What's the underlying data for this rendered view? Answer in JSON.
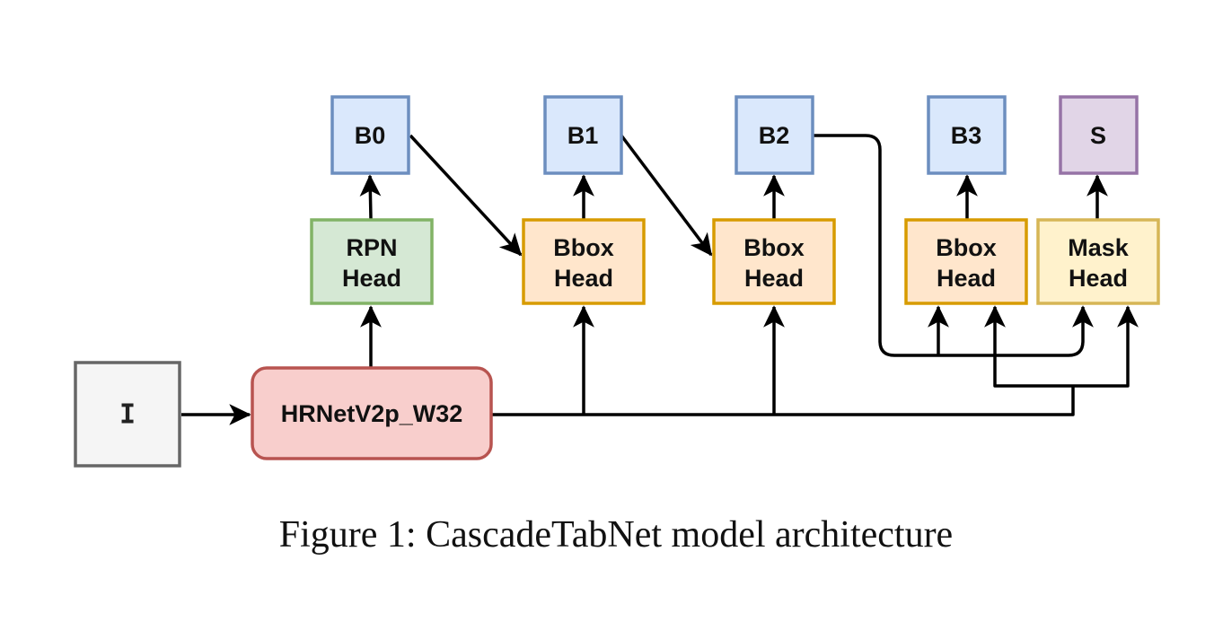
{
  "nodes": {
    "input": {
      "label": "I",
      "fill": "#f5f5f5",
      "stroke": "#666666"
    },
    "backbone": {
      "label": "HRNetV2p_W32",
      "fill": "#f8cecc",
      "stroke": "#b85450"
    },
    "rpn_head": {
      "line1": "RPN",
      "line2": "Head",
      "fill": "#d5e8d4",
      "stroke": "#82b366"
    },
    "bbox_head_1": {
      "line1": "Bbox",
      "line2": "Head",
      "fill": "#ffe6cc",
      "stroke": "#d79b00"
    },
    "bbox_head_2": {
      "line1": "Bbox",
      "line2": "Head",
      "fill": "#ffe6cc",
      "stroke": "#d79b00"
    },
    "bbox_head_3": {
      "line1": "Bbox",
      "line2": "Head",
      "fill": "#ffe6cc",
      "stroke": "#d79b00"
    },
    "mask_head": {
      "line1": "Mask",
      "line2": "Head",
      "fill": "#fff2cc",
      "stroke": "#d6b656"
    },
    "b0": {
      "label": "B0",
      "fill": "#dae8fc",
      "stroke": "#6c8ebf"
    },
    "b1": {
      "label": "B1",
      "fill": "#dae8fc",
      "stroke": "#6c8ebf"
    },
    "b2": {
      "label": "B2",
      "fill": "#dae8fc",
      "stroke": "#6c8ebf"
    },
    "b3": {
      "label": "B3",
      "fill": "#dae8fc",
      "stroke": "#6c8ebf"
    },
    "s": {
      "label": "S",
      "fill": "#e1d5e7",
      "stroke": "#9673a6"
    }
  },
  "caption": "Figure 1: CascadeTabNet model architecture"
}
